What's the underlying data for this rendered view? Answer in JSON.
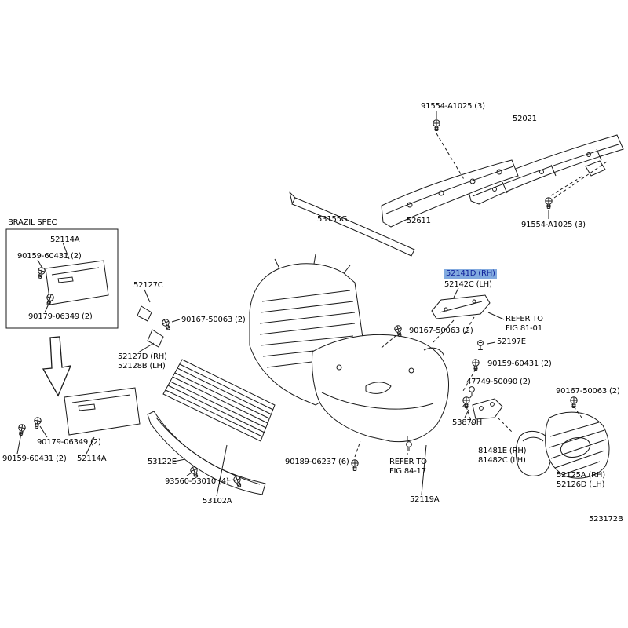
{
  "diagram": {
    "figure_id": "523172B",
    "highlight": {
      "background": "#82aadf",
      "text": "#10239b"
    },
    "labels": [
      {
        "text": "91554-A1025 (3)",
        "kind": "part"
      },
      {
        "text": "52021",
        "kind": "part"
      },
      {
        "text": "53155G",
        "kind": "part"
      },
      {
        "text": "52611",
        "kind": "part"
      },
      {
        "text": "91554-A1025 (3)",
        "kind": "part"
      },
      {
        "text": "BRAZIL SPEC",
        "kind": "note"
      },
      {
        "text": "52114A",
        "kind": "part"
      },
      {
        "text": "90159-60431 (2)",
        "kind": "part"
      },
      {
        "text": "90179-06349 (2)",
        "kind": "part"
      },
      {
        "text": "52127C",
        "kind": "part"
      },
      {
        "text": "90167-50063 (2)",
        "kind": "part"
      },
      {
        "text": "52141D (RH)",
        "kind": "part",
        "highlighted": true
      },
      {
        "text": "52142C (LH)",
        "kind": "part"
      },
      {
        "text": "REFER TO\nFIG 81-01",
        "kind": "note"
      },
      {
        "text": "90167-50063 (2)",
        "kind": "part"
      },
      {
        "text": "52197E",
        "kind": "part"
      },
      {
        "text": "52127D (RH)\n52128B (LH)",
        "kind": "part"
      },
      {
        "text": "90159-60431 (2)",
        "kind": "part"
      },
      {
        "text": "47749-50090 (2)",
        "kind": "part"
      },
      {
        "text": "90167-50063 (2)",
        "kind": "part"
      },
      {
        "text": "53879H",
        "kind": "part"
      },
      {
        "text": "90179-06349 (2)",
        "kind": "part"
      },
      {
        "text": "90159-60431 (2)",
        "kind": "part"
      },
      {
        "text": "52114A",
        "kind": "part"
      },
      {
        "text": "53122E",
        "kind": "part"
      },
      {
        "text": "90189-06237 (6)",
        "kind": "part"
      },
      {
        "text": "REFER TO\nFIG 84-17",
        "kind": "note"
      },
      {
        "text": "81481E (RH)\n81482C (LH)",
        "kind": "part"
      },
      {
        "text": "93560-53010 (4)",
        "kind": "part"
      },
      {
        "text": "52125A (RH)\n52126D (LH)",
        "kind": "part"
      },
      {
        "text": "53102A",
        "kind": "part"
      },
      {
        "text": "52119A",
        "kind": "part"
      },
      {
        "text": "523172B",
        "kind": "figure-id"
      }
    ]
  }
}
